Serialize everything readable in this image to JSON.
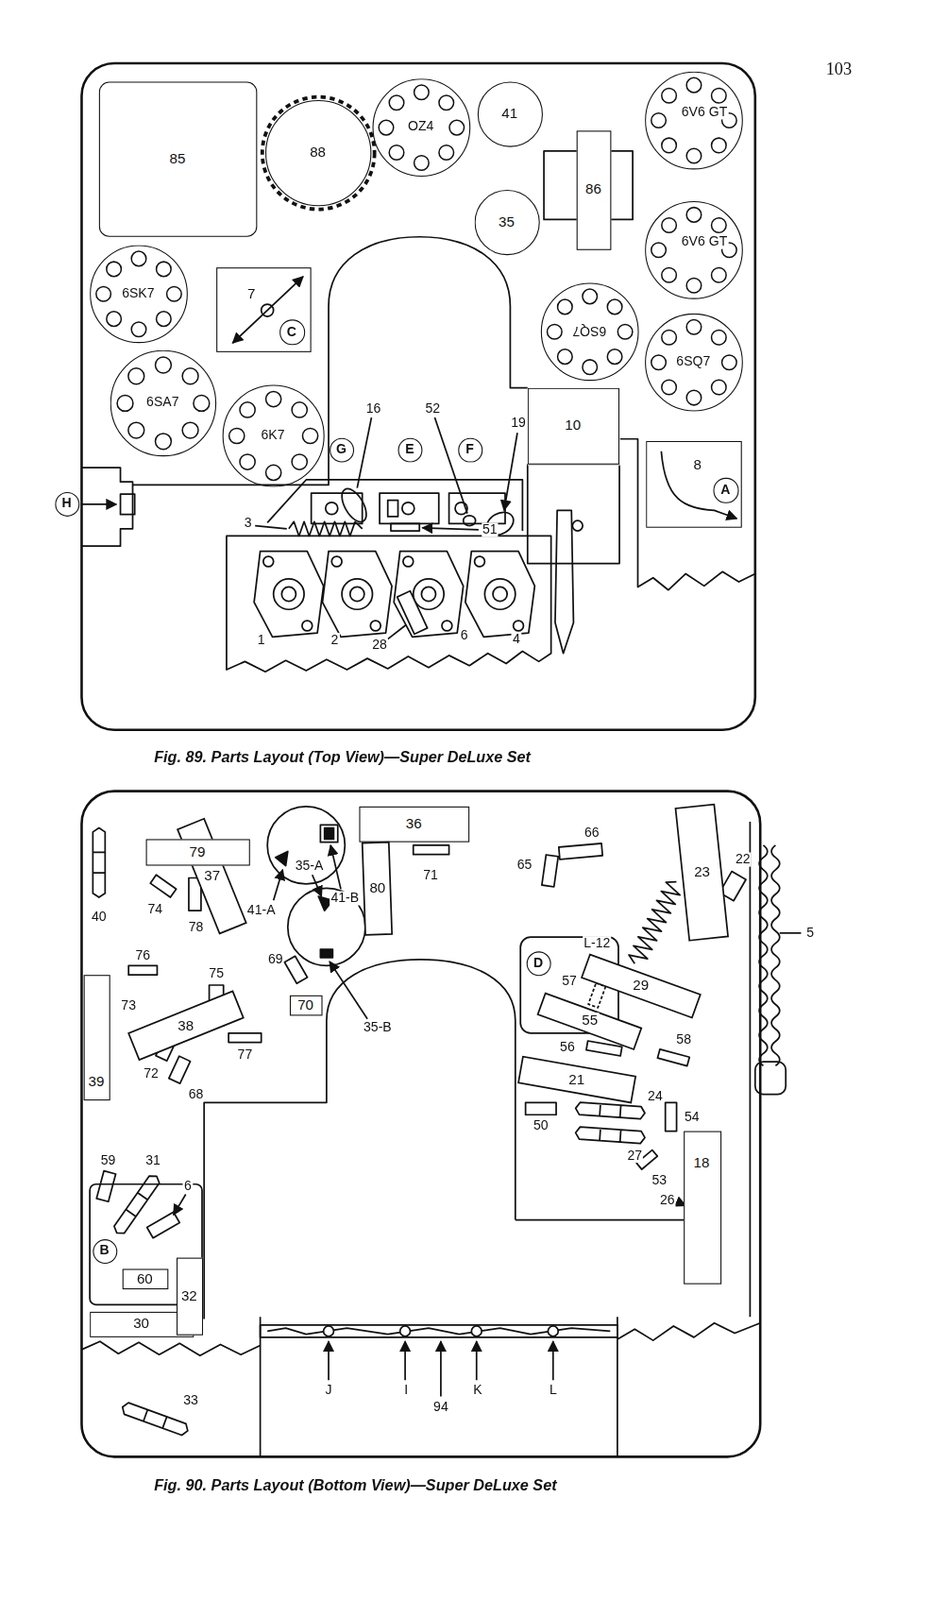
{
  "diagram": {
    "nodes": [
      {
        "text": [
          "85"
        ]
      },
      {
        "text": [
          "88"
        ]
      },
      {
        "text": [
          "OZ4"
        ]
      },
      {
        "text": [
          "41"
        ]
      },
      {
        "text": [
          "6V6 GT"
        ]
      },
      {
        "text": [
          "86"
        ]
      },
      {
        "text": [
          "35"
        ]
      },
      {
        "text": [
          "6SK7"
        ]
      },
      {
        "text": [
          "7"
        ]
      },
      {
        "text": [
          "C"
        ],
        "in": 8
      },
      {
        "text": [
          "6SQ7"
        ]
      },
      {
        "text": [
          "6V6 GT"
        ]
      },
      {
        "text": [
          "6SA7"
        ]
      },
      {
        "text": [
          "6K7"
        ]
      },
      {
        "text": [
          "6SQ7"
        ]
      },
      {
        "text": [
          "10"
        ]
      },
      {
        "text": [
          "H"
        ]
      },
      {
        "text": [
          "G"
        ]
      },
      {
        "text": [
          "E"
        ]
      },
      {
        "text": [
          "F"
        ]
      },
      {
        "text": [
          "8"
        ]
      },
      {
        "text": [
          "A"
        ],
        "in": 20
      },
      {
        "text": [
          "79"
        ]
      },
      {
        "text": [
          "37"
        ]
      },
      {
        "text": [
          "36"
        ]
      },
      {
        "text": [
          "80"
        ]
      },
      {
        "text": [
          "23"
        ]
      },
      {
        "text": [
          "D"
        ]
      },
      {
        "text": [
          "29"
        ]
      },
      {
        "text": [
          "55"
        ]
      },
      {
        "text": [
          "39"
        ]
      },
      {
        "text": [
          "38"
        ]
      },
      {
        "text": [
          "70"
        ]
      },
      {
        "text": [
          "21"
        ]
      },
      {
        "text": [
          "18"
        ]
      },
      {
        "text": [
          "B"
        ]
      },
      {
        "text": [
          "60"
        ]
      },
      {
        "text": [
          "30"
        ]
      },
      {
        "text": [
          "32"
        ]
      }
    ],
    "labels": [
      "103",
      "16",
      "52",
      "19",
      "3",
      "51",
      "1",
      "2",
      "28",
      "6",
      "4",
      "Fig. 89. Parts Layout (Top View)—Super DeLuxe Set",
      "41-A",
      "41-B",
      "71",
      "65",
      "66",
      "22",
      "5",
      "40",
      "74",
      "78",
      "35-A",
      "76",
      "69",
      "75",
      "L-12",
      "57",
      "73",
      "35-B",
      "72",
      "68",
      "77",
      "58",
      "56",
      "50",
      "24",
      "54",
      "27",
      "53",
      "26",
      "59",
      "31",
      "6",
      "33",
      "J",
      "I",
      "94",
      "K",
      "L",
      "Fig. 90. Parts Layout (Bottom View)—Super DeLuxe Set"
    ]
  }
}
